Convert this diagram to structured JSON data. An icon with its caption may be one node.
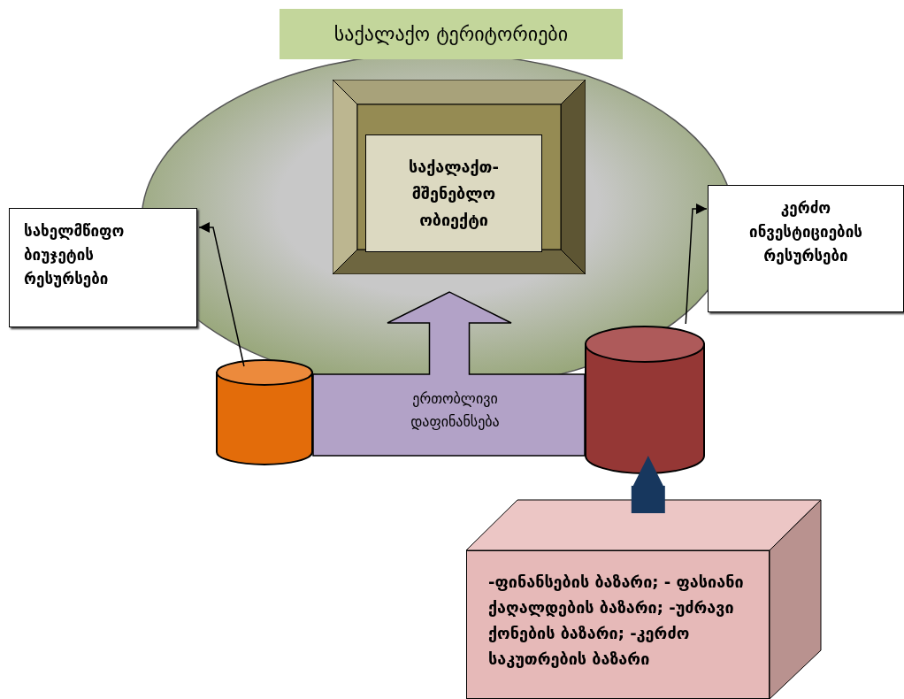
{
  "diagram": {
    "title": "საქალაქო ტერიტორიები",
    "nodes": [
      {
        "text": [
          "საქალაქთ- მშენებლო ობიექტი"
        ]
      },
      {
        "text": [
          "სახელმწიფო ბიუჯეტის რესურსები"
        ]
      },
      {
        "text": [
          "კერძო ინვესტიციების რესურსები"
        ]
      },
      {
        "text": [],
        "shape": "cylinder"
      },
      {
        "text": [],
        "shape": "cylinder"
      },
      {
        "text": [
          "-ფინანსების ბაზარი; - ფასიანი ქაღალდების ბაზარი; -უძრავი ქონების ბაზარი; -კერძო საკუთრების ბაზარი"
        ]
      }
    ],
    "edges": [
      {
        "from": 3,
        "to": 1,
        "arrow": "to"
      },
      {
        "from": 4,
        "to": 2,
        "arrow": "to"
      },
      {
        "from": 5,
        "to": 4,
        "arrow": "to",
        "style": "thick",
        "color": "#17375e"
      },
      {
        "from": 3,
        "to": 0,
        "arrow": "to",
        "label": "ერთობლივი დაფინანსება",
        "style": "thick",
        "color": "#b2a2c7"
      },
      {
        "from": 4,
        "to": 0,
        "arrow": "to",
        "style": "thick",
        "color": "#b2a2c7"
      }
    ]
  }
}
